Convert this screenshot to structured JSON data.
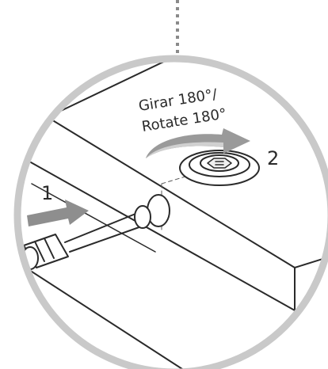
{
  "instruction": {
    "rotate_es": "Girar 180°/",
    "rotate_en": "Rotate 180°"
  },
  "steps": {
    "step1": "1",
    "step2": "2"
  },
  "colors": {
    "line": "#2a2a2a",
    "ring": "#c9c9c9",
    "arrow_fill": "#8e8e8e",
    "arrow_light": "#d2d2d2",
    "background": "#ffffff"
  },
  "icons": {
    "push_arrow": "arrow-right-icon",
    "rotate_arrow": "curved-arrow-icon",
    "cam_lock": "cam-lock-icon",
    "cam_bolt": "cam-bolt-icon"
  }
}
